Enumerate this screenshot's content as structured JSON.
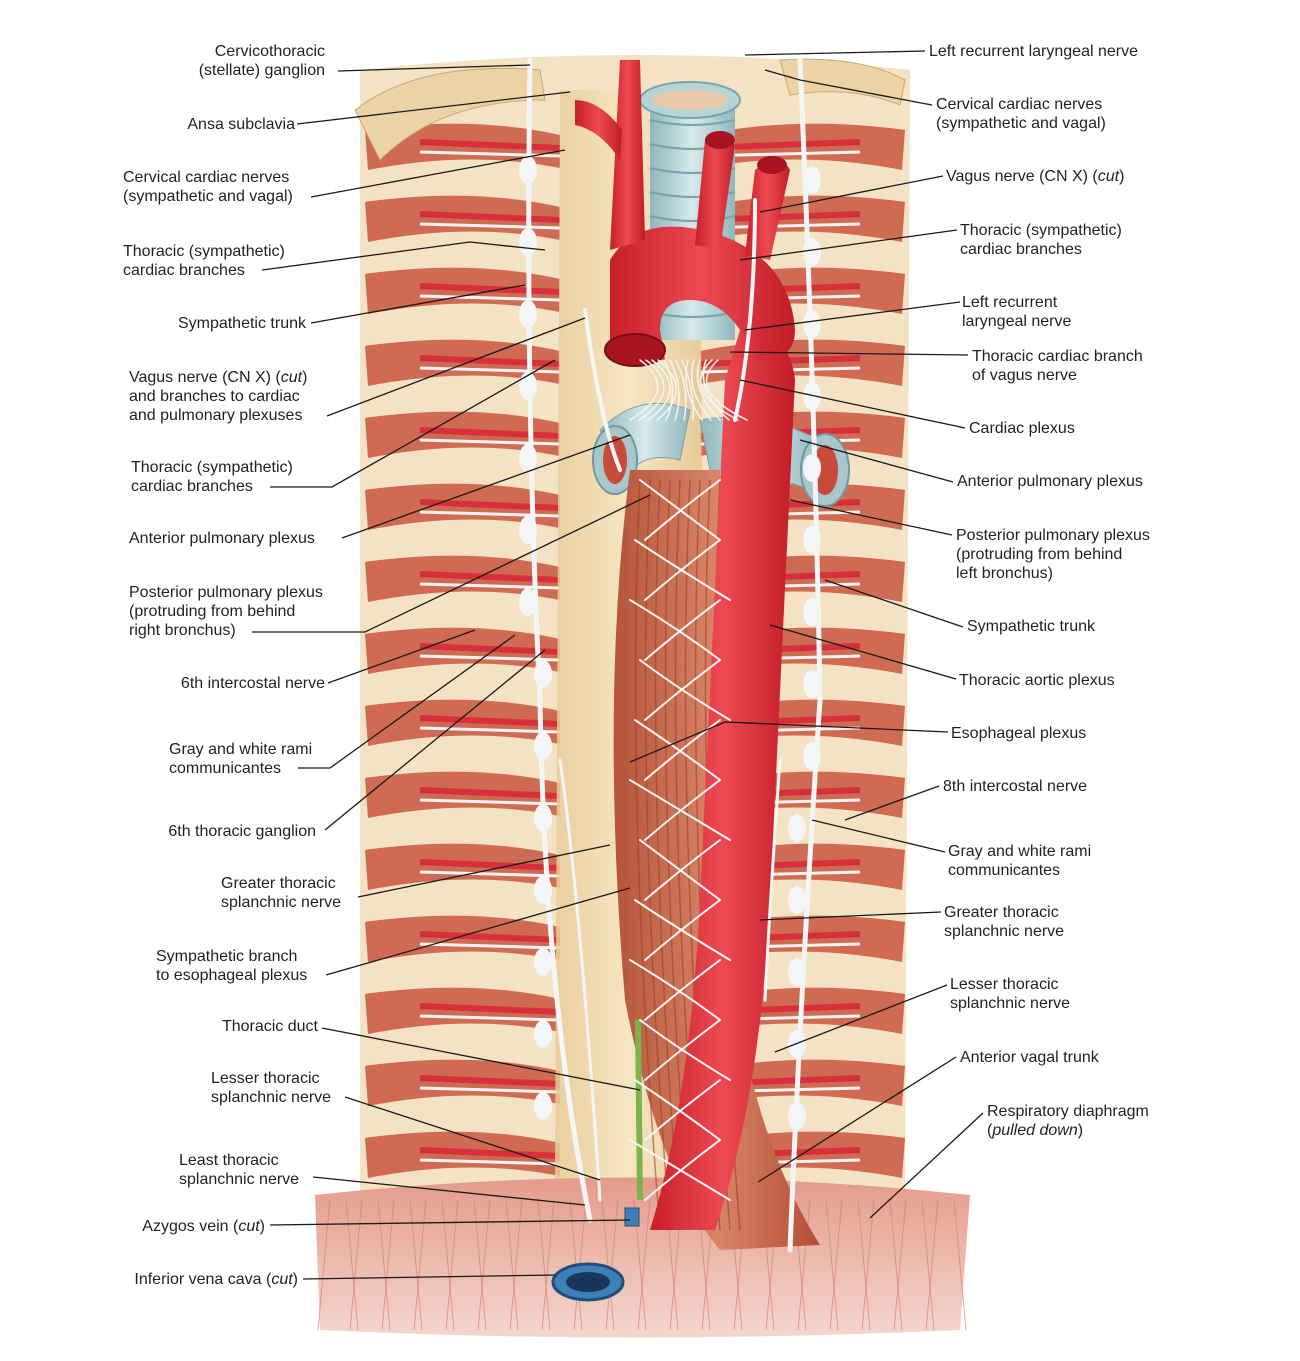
{
  "labels_left": [
    {
      "id": "cervicothoracic-ganglion",
      "lines": [
        "Cervicothoracic",
        "(stellate) ganglion"
      ]
    },
    {
      "id": "ansa-subclavia",
      "lines": [
        "Ansa subclavia"
      ]
    },
    {
      "id": "cervical-cardiac-nerves-left",
      "lines": [
        "Cervical cardiac nerves",
        "(sympathetic and vagal)"
      ]
    },
    {
      "id": "thoracic-sympathetic-cardiac-branches-left-upper",
      "lines": [
        "Thoracic (sympathetic)",
        "cardiac branches"
      ]
    },
    {
      "id": "sympathetic-trunk-left",
      "lines": [
        "Sympathetic trunk"
      ]
    },
    {
      "id": "vagus-nerve-left",
      "lines": [
        "Vagus nerve (CN X) (cut)",
        "and branches to cardiac",
        "and pulmonary plexuses"
      ]
    },
    {
      "id": "thoracic-sympathetic-cardiac-branches-left-lower",
      "lines": [
        "Thoracic (sympathetic)",
        "cardiac branches"
      ]
    },
    {
      "id": "anterior-pulmonary-plexus-left",
      "lines": [
        "Anterior pulmonary plexus"
      ]
    },
    {
      "id": "posterior-pulmonary-plexus-left",
      "lines": [
        "Posterior pulmonary plexus",
        "(protruding from behind",
        "right bronchus)"
      ]
    },
    {
      "id": "sixth-intercostal-nerve",
      "lines": [
        "6th intercostal nerve"
      ]
    },
    {
      "id": "gray-white-rami-left",
      "lines": [
        "Gray and white rami",
        "communicantes"
      ]
    },
    {
      "id": "sixth-thoracic-ganglion",
      "lines": [
        "6th thoracic ganglion"
      ]
    },
    {
      "id": "greater-thoracic-splanchnic-left",
      "lines": [
        "Greater thoracic",
        "splanchnic nerve"
      ]
    },
    {
      "id": "sympathetic-branch-esophageal",
      "lines": [
        "Sympathetic branch",
        "to esophageal plexus"
      ]
    },
    {
      "id": "thoracic-duct",
      "lines": [
        "Thoracic duct"
      ]
    },
    {
      "id": "lesser-thoracic-splanchnic-left",
      "lines": [
        "Lesser thoracic",
        "splanchnic nerve"
      ]
    },
    {
      "id": "least-thoracic-splanchnic",
      "lines": [
        "Least thoracic",
        "splanchnic nerve"
      ]
    },
    {
      "id": "azygos-vein",
      "lines": [
        "Azygos vein (cut)"
      ]
    },
    {
      "id": "inferior-vena-cava",
      "lines": [
        "Inferior vena cava (cut)"
      ]
    }
  ],
  "labels_right": [
    {
      "id": "left-recurrent-laryngeal-top",
      "lines": [
        "Left recurrent laryngeal nerve"
      ]
    },
    {
      "id": "cervical-cardiac-nerves-right",
      "lines": [
        "Cervical cardiac nerves",
        "(sympathetic and vagal)"
      ]
    },
    {
      "id": "vagus-nerve-right",
      "lines": [
        "Vagus nerve (CN X) (cut)"
      ]
    },
    {
      "id": "thoracic-sympathetic-cardiac-branches-right",
      "lines": [
        "Thoracic (sympathetic)",
        "cardiac branches"
      ]
    },
    {
      "id": "left-recurrent-laryngeal-lower",
      "lines": [
        "Left recurrent",
        "laryngeal nerve"
      ]
    },
    {
      "id": "thoracic-cardiac-branch-vagus",
      "lines": [
        "Thoracic cardiac branch",
        "of vagus nerve"
      ]
    },
    {
      "id": "cardiac-plexus",
      "lines": [
        "Cardiac plexus"
      ]
    },
    {
      "id": "anterior-pulmonary-plexus-right",
      "lines": [
        "Anterior pulmonary plexus"
      ]
    },
    {
      "id": "posterior-pulmonary-plexus-right",
      "lines": [
        "Posterior pulmonary plexus",
        "(protruding from behind",
        "left bronchus)"
      ]
    },
    {
      "id": "sympathetic-trunk-right",
      "lines": [
        "Sympathetic trunk"
      ]
    },
    {
      "id": "thoracic-aortic-plexus",
      "lines": [
        "Thoracic aortic plexus"
      ]
    },
    {
      "id": "esophageal-plexus",
      "lines": [
        "Esophageal plexus"
      ]
    },
    {
      "id": "eighth-intercostal-nerve",
      "lines": [
        "8th intercostal nerve"
      ]
    },
    {
      "id": "gray-white-rami-right",
      "lines": [
        "Gray and white rami",
        "communicantes"
      ]
    },
    {
      "id": "greater-thoracic-splanchnic-right",
      "lines": [
        "Greater thoracic",
        "splanchnic nerve"
      ]
    },
    {
      "id": "lesser-thoracic-splanchnic-right",
      "lines": [
        "Lesser thoracic",
        "splanchnic nerve"
      ]
    },
    {
      "id": "anterior-vagal-trunk",
      "lines": [
        "Anterior vagal trunk"
      ]
    },
    {
      "id": "respiratory-diaphragm",
      "lines": [
        "Respiratory diaphragm",
        "(pulled down)"
      ]
    }
  ],
  "colors": {
    "text": "#231f20",
    "leader": "#1a1a1a",
    "artery": "#d8303a",
    "nerve": "#eef0f2",
    "muscle": "#c8563e",
    "esophagus": "#c9674a",
    "bone": "#f1dcb0",
    "diaphragm": "#e7a79a",
    "trachea": "#aac8cc",
    "duct": "#7cb34a",
    "ivc": "#3e7fb7"
  }
}
